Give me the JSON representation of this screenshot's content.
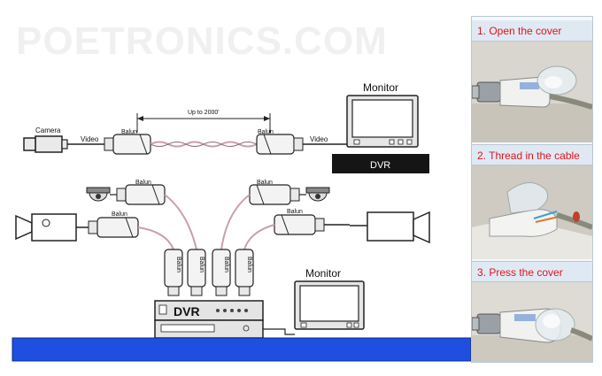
{
  "watermark": "POETRONICS.COM",
  "top_run": {
    "camera_label": "Camera",
    "video_left": "Video",
    "video_right": "Video",
    "balun_label": "Balun",
    "distance_label": "Up to 2000'"
  },
  "monitor_top": {
    "label": "Monitor",
    "dvr_label": "DVR"
  },
  "dvr_bottom": {
    "label": "DVR"
  },
  "monitor_bottom": {
    "label": "Monitor"
  },
  "balun_label": "Balun",
  "steps": [
    {
      "label": "1. Open the cover"
    },
    {
      "label": "2. Thread in the cable"
    },
    {
      "label": "3. Press the cover"
    }
  ],
  "colors": {
    "accent_label": "#e0141e",
    "floor_bar": "#1f4fe0",
    "cable": "#c9a0a8"
  }
}
